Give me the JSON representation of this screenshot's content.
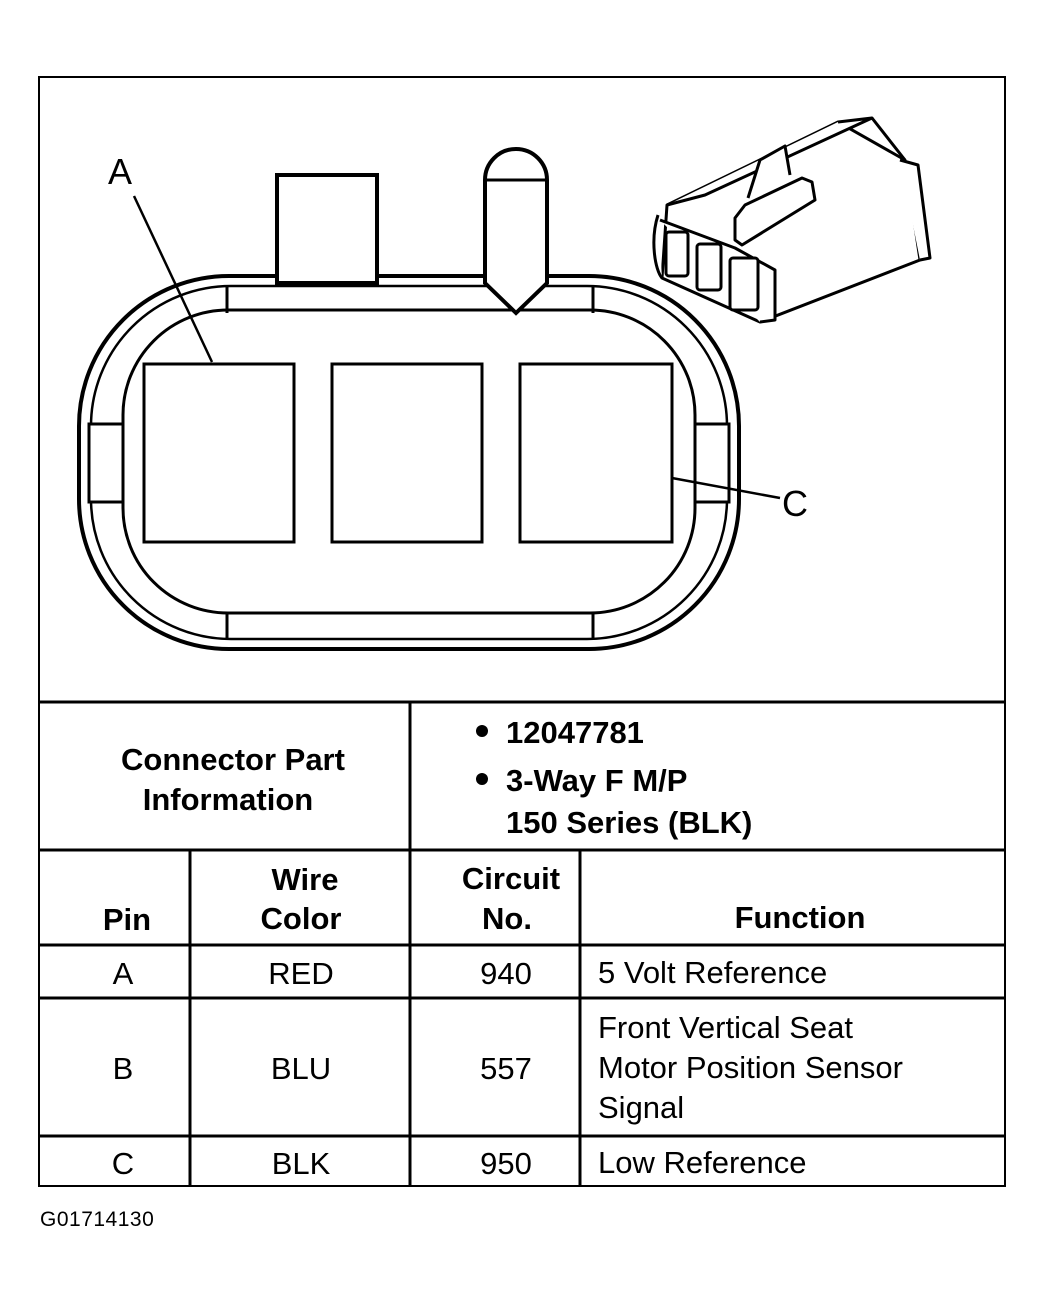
{
  "callouts": {
    "a": "A",
    "c": "C"
  },
  "connector_info": {
    "label_line1": "Connector Part",
    "label_line2": "Information",
    "bullet1": "12047781",
    "bullet2_line1": "3-Way F M/P",
    "bullet2_line2": "150 Series (BLK)"
  },
  "table": {
    "headers": {
      "pin": "Pin",
      "wire_line1": "Wire",
      "wire_line2": "Color",
      "circuit_line1": "Circuit",
      "circuit_line2": "No.",
      "function": "Function"
    },
    "rows": [
      {
        "pin": "A",
        "wire": "RED",
        "circuit": "940",
        "function": [
          "5 Volt Reference"
        ]
      },
      {
        "pin": "B",
        "wire": "BLU",
        "circuit": "557",
        "function": [
          "Front Vertical Seat",
          "Motor Position Sensor",
          "Signal"
        ]
      },
      {
        "pin": "C",
        "wire": "BLK",
        "circuit": "950",
        "function": [
          "Low Reference"
        ]
      }
    ]
  },
  "figure_id": "G01714130"
}
